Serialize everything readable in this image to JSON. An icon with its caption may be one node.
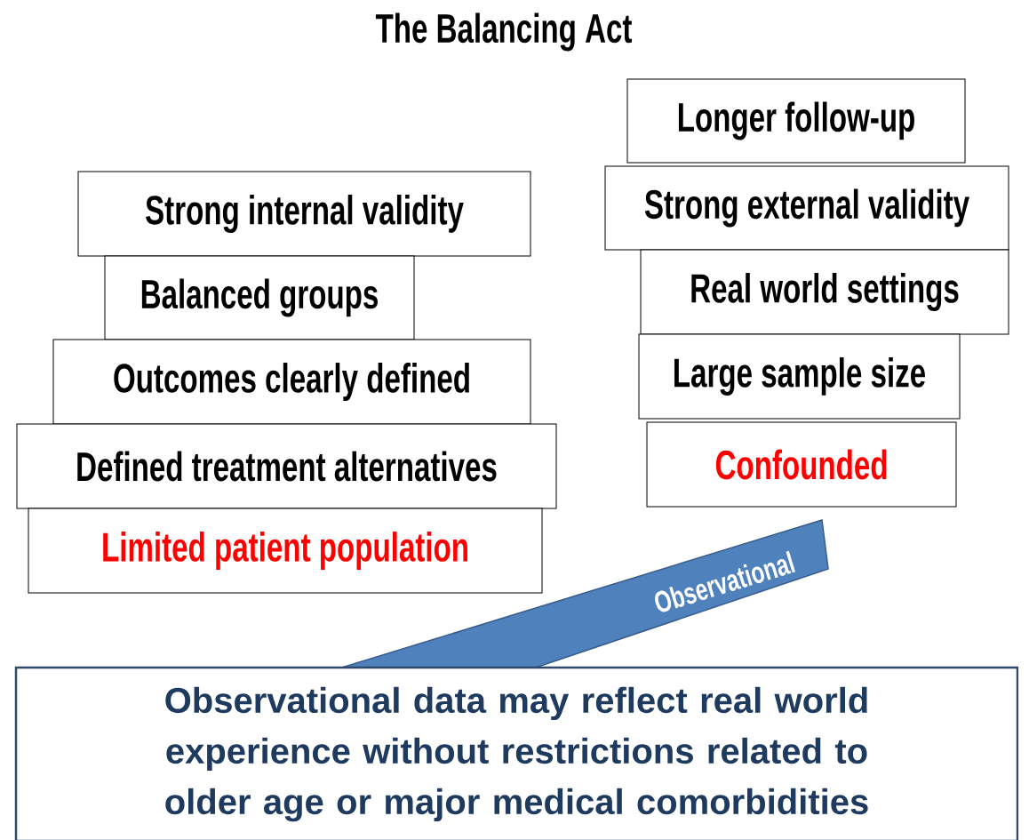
{
  "diagram": {
    "title": "The Balancing Act",
    "nodes": [
      {
        "text": [
          "Strong internal validity"
        ]
      },
      {
        "text": [
          "Balanced groups"
        ]
      },
      {
        "text": [
          "Outcomes clearly defined"
        ]
      },
      {
        "text": [
          "Defined treatment alternatives"
        ]
      },
      {
        "text": [
          "Limited patient population"
        ]
      },
      {
        "text": [
          "Longer follow-up"
        ]
      },
      {
        "text": [
          "Strong external validity"
        ]
      },
      {
        "text": [
          "Real world settings"
        ]
      },
      {
        "text": [
          "Large sample size"
        ]
      },
      {
        "text": [
          "Confounded"
        ]
      },
      {
        "text": [
          "Observational"
        ]
      },
      {
        "text": [
          "Observational data may reflect real world experience without restrictions related to older age or major medical comorbidities"
        ]
      }
    ]
  }
}
